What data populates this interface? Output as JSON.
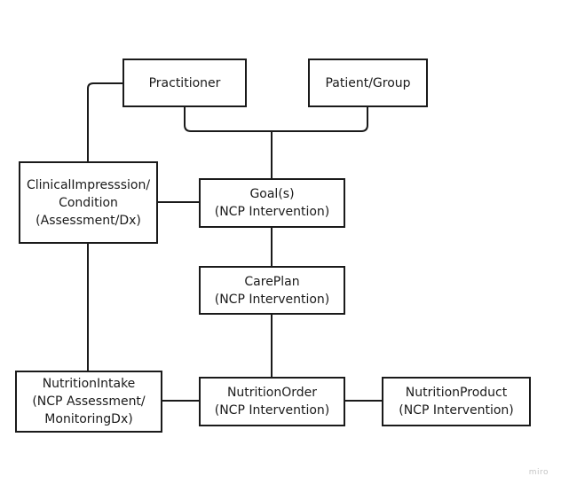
{
  "diagram": {
    "nodes": {
      "practitioner": "Practitioner",
      "patient_group": "Patient/Group",
      "clinical_impression": "ClinicalImpresssion/\nCondition\n(Assessment/Dx)",
      "goal": "Goal(s)\n(NCP Intervention)",
      "careplan": "CarePlan\n(NCP Intervention)",
      "nutrition_intake": "NutritionIntake\n(NCP Assessment/\nMonitoringDx)",
      "nutrition_order": "NutritionOrder\n(NCP Intervention)",
      "nutrition_product": "NutritionProduct\n(NCP Intervention)"
    },
    "edges": [
      [
        "practitioner",
        "goal"
      ],
      [
        "patient_group",
        "goal"
      ],
      [
        "practitioner",
        "clinical_impression"
      ],
      [
        "clinical_impression",
        "goal"
      ],
      [
        "goal",
        "careplan"
      ],
      [
        "careplan",
        "nutrition_order"
      ],
      [
        "clinical_impression",
        "nutrition_intake"
      ],
      [
        "nutrition_intake",
        "nutrition_order"
      ],
      [
        "nutrition_order",
        "nutrition_product"
      ]
    ]
  },
  "watermark": "miro"
}
